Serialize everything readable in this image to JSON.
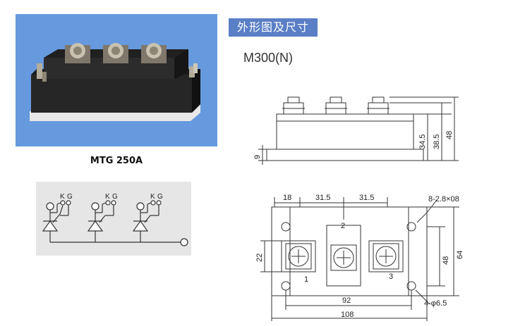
{
  "product_caption": "MTG 250A",
  "section_title": "外形图及尺寸",
  "model": "M300(N)",
  "circuit": {
    "pin_labels": [
      "K",
      "G",
      "K",
      "G",
      "K",
      "G"
    ]
  },
  "side_view": {
    "dimensions": [
      "34.5",
      "38.5",
      "48",
      "9"
    ]
  },
  "top_view": {
    "dimensions_top": [
      "18",
      "31.5",
      "31.5"
    ],
    "mounting_holes_note": "8-2.8×08",
    "height_dims": [
      "48",
      "64"
    ],
    "left_dim": "22",
    "bottom_dims": [
      "92",
      "108"
    ],
    "hole_note": "4-φ6.5",
    "terminal_labels": [
      "1",
      "2",
      "3"
    ]
  },
  "colors": {
    "photo_background": "#6699dd",
    "section_tag": "#5a7fc6",
    "module_body": "#1b1b1b"
  }
}
